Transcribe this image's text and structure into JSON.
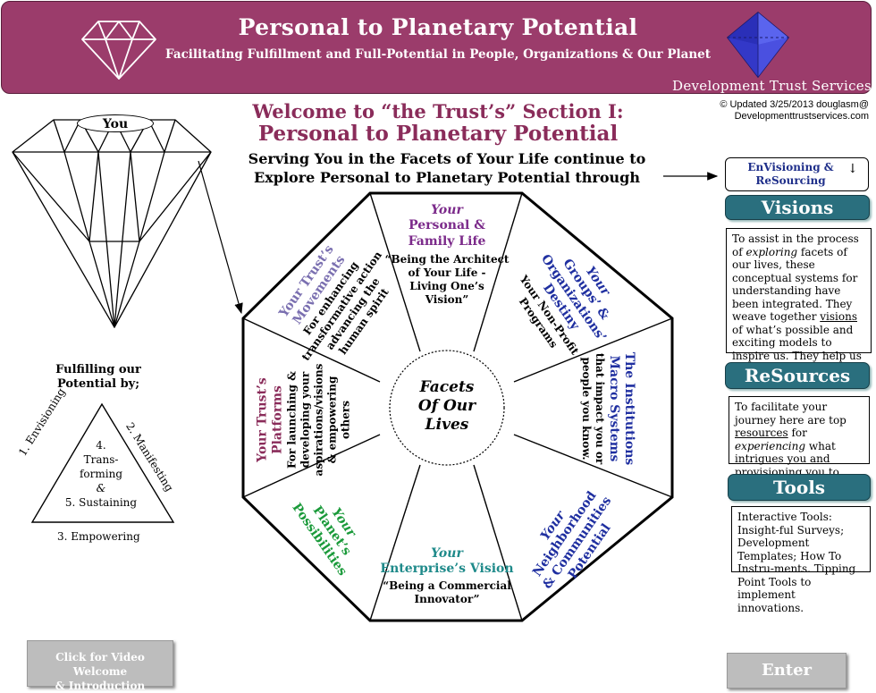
{
  "header": {
    "title": "Personal to Planetary Potential",
    "subtitle": "Facilitating Fulfillment and Full-Potential in People, Organizations & Our Planet",
    "org": "Development Trust Services"
  },
  "welcome": {
    "line1": "Welcome to “the Trust’s” Section I:",
    "line2": "Personal to Planetary Potential"
  },
  "updated": {
    "line1": "© Updated 3/25/2013  douglasm@",
    "line2": "Developmenttrustservices.com"
  },
  "serving": {
    "line1": "Serving You in the Facets of Your Life continue to",
    "line2": "Explore Personal to Planetary Potential through"
  },
  "diamond": {
    "label": "You"
  },
  "fulfilling": {
    "title_line1": "Fulfilling our",
    "title_line2": "Potential by;",
    "step1": "1. Envisioning",
    "step2": "2. Manifesting",
    "step3": "3. Empowering",
    "step4_line1": "4.",
    "step4_line2": "Trans-",
    "step4_line3": "forming",
    "step4_line4": "&",
    "step5": "5. Sustaining"
  },
  "facets": {
    "center_line1": "Facets",
    "center_line2": "Of Our",
    "center_line3": "Lives",
    "personal": {
      "your": "Your",
      "line1": "Personal &",
      "line2": "Family Life",
      "quote1": "“Being the Architect",
      "quote2": "of Your Life -",
      "quote3": "Living One’s",
      "quote4": "Vision”"
    },
    "groups": {
      "your": "Your",
      "line1": "Groups’ &",
      "line2": "Organizations’",
      "line3": "Destiny",
      "sub1": "Your Non-Profit",
      "sub2": "Programs"
    },
    "institutions": {
      "line1": "The Institutions",
      "line2": "Macro Systems",
      "sub1": "that impact you or",
      "sub2": "people you know."
    },
    "neighborhood": {
      "your": "Your",
      "line1": "Neighborhood",
      "line2": "& Communities",
      "line3": "Potential"
    },
    "enterprise": {
      "your": "Your",
      "line1": "Enterprise’s Vision",
      "quote1": "“Being a Commercial",
      "quote2": "Innovator”"
    },
    "planet": {
      "your": "Your",
      "line1": "Planet’s",
      "line2": "Possibilities"
    },
    "platforms": {
      "line1": "Your Trust’s",
      "line2": "Platforms",
      "sub1": "For launching &",
      "sub2": "developing your",
      "sub3": "aspirations/visions",
      "sub4": "& empowering",
      "sub5": "others"
    },
    "movements": {
      "line1": "Your Trust’s",
      "line2": "Movements",
      "sub1": "For enhancing",
      "sub2": "transformative action",
      "sub3": "advancing the",
      "sub4": "human spirit"
    }
  },
  "sidebar": {
    "envisioning_line1": "EnVisioning &",
    "envisioning_line2": "ReSourcing",
    "arrow": "↓",
    "visions_label": "Visions",
    "visions_text_1": "To assist in the process of",
    "visions_text_em": "exploring",
    "visions_text_2": " facets of our lives, these conceptual systems for understanding have been integrated.  They weave together ",
    "visions_text_u": "visions",
    "visions_text_3": " of what’s possible and exciting models to inspire us. They help us envision our own aspirations.",
    "resources_label": "ReSources",
    "resources_text_1": "To facilitate your journey here are top ",
    "resources_text_u": "resources",
    "resources_text_2": " for ",
    "resources_text_em": "experiencing",
    "resources_text_3": " what intrigues you and provisioning you to create what you love.",
    "tools_label": "Tools",
    "tools_text": "Interactive Tools: Insight-ful Surveys; Development Templates; How To Instru-ments. Tipping Point Tools to implement innovations."
  },
  "buttons": {
    "video_line1": "Click for Video Welcome",
    "video_line2": "& Introduction",
    "enter": "Enter"
  },
  "colors": {
    "banner": "#9b3c6b",
    "welcome": "#8a2c5a",
    "teal": "#2a6f7e",
    "purple": "#7b2a8a",
    "blue": "#1f2fa0",
    "green": "#1a9a3a",
    "lavender": "#7a6fb0",
    "teal_text": "#1f8a8a",
    "mauve": "#8a2c5a"
  }
}
